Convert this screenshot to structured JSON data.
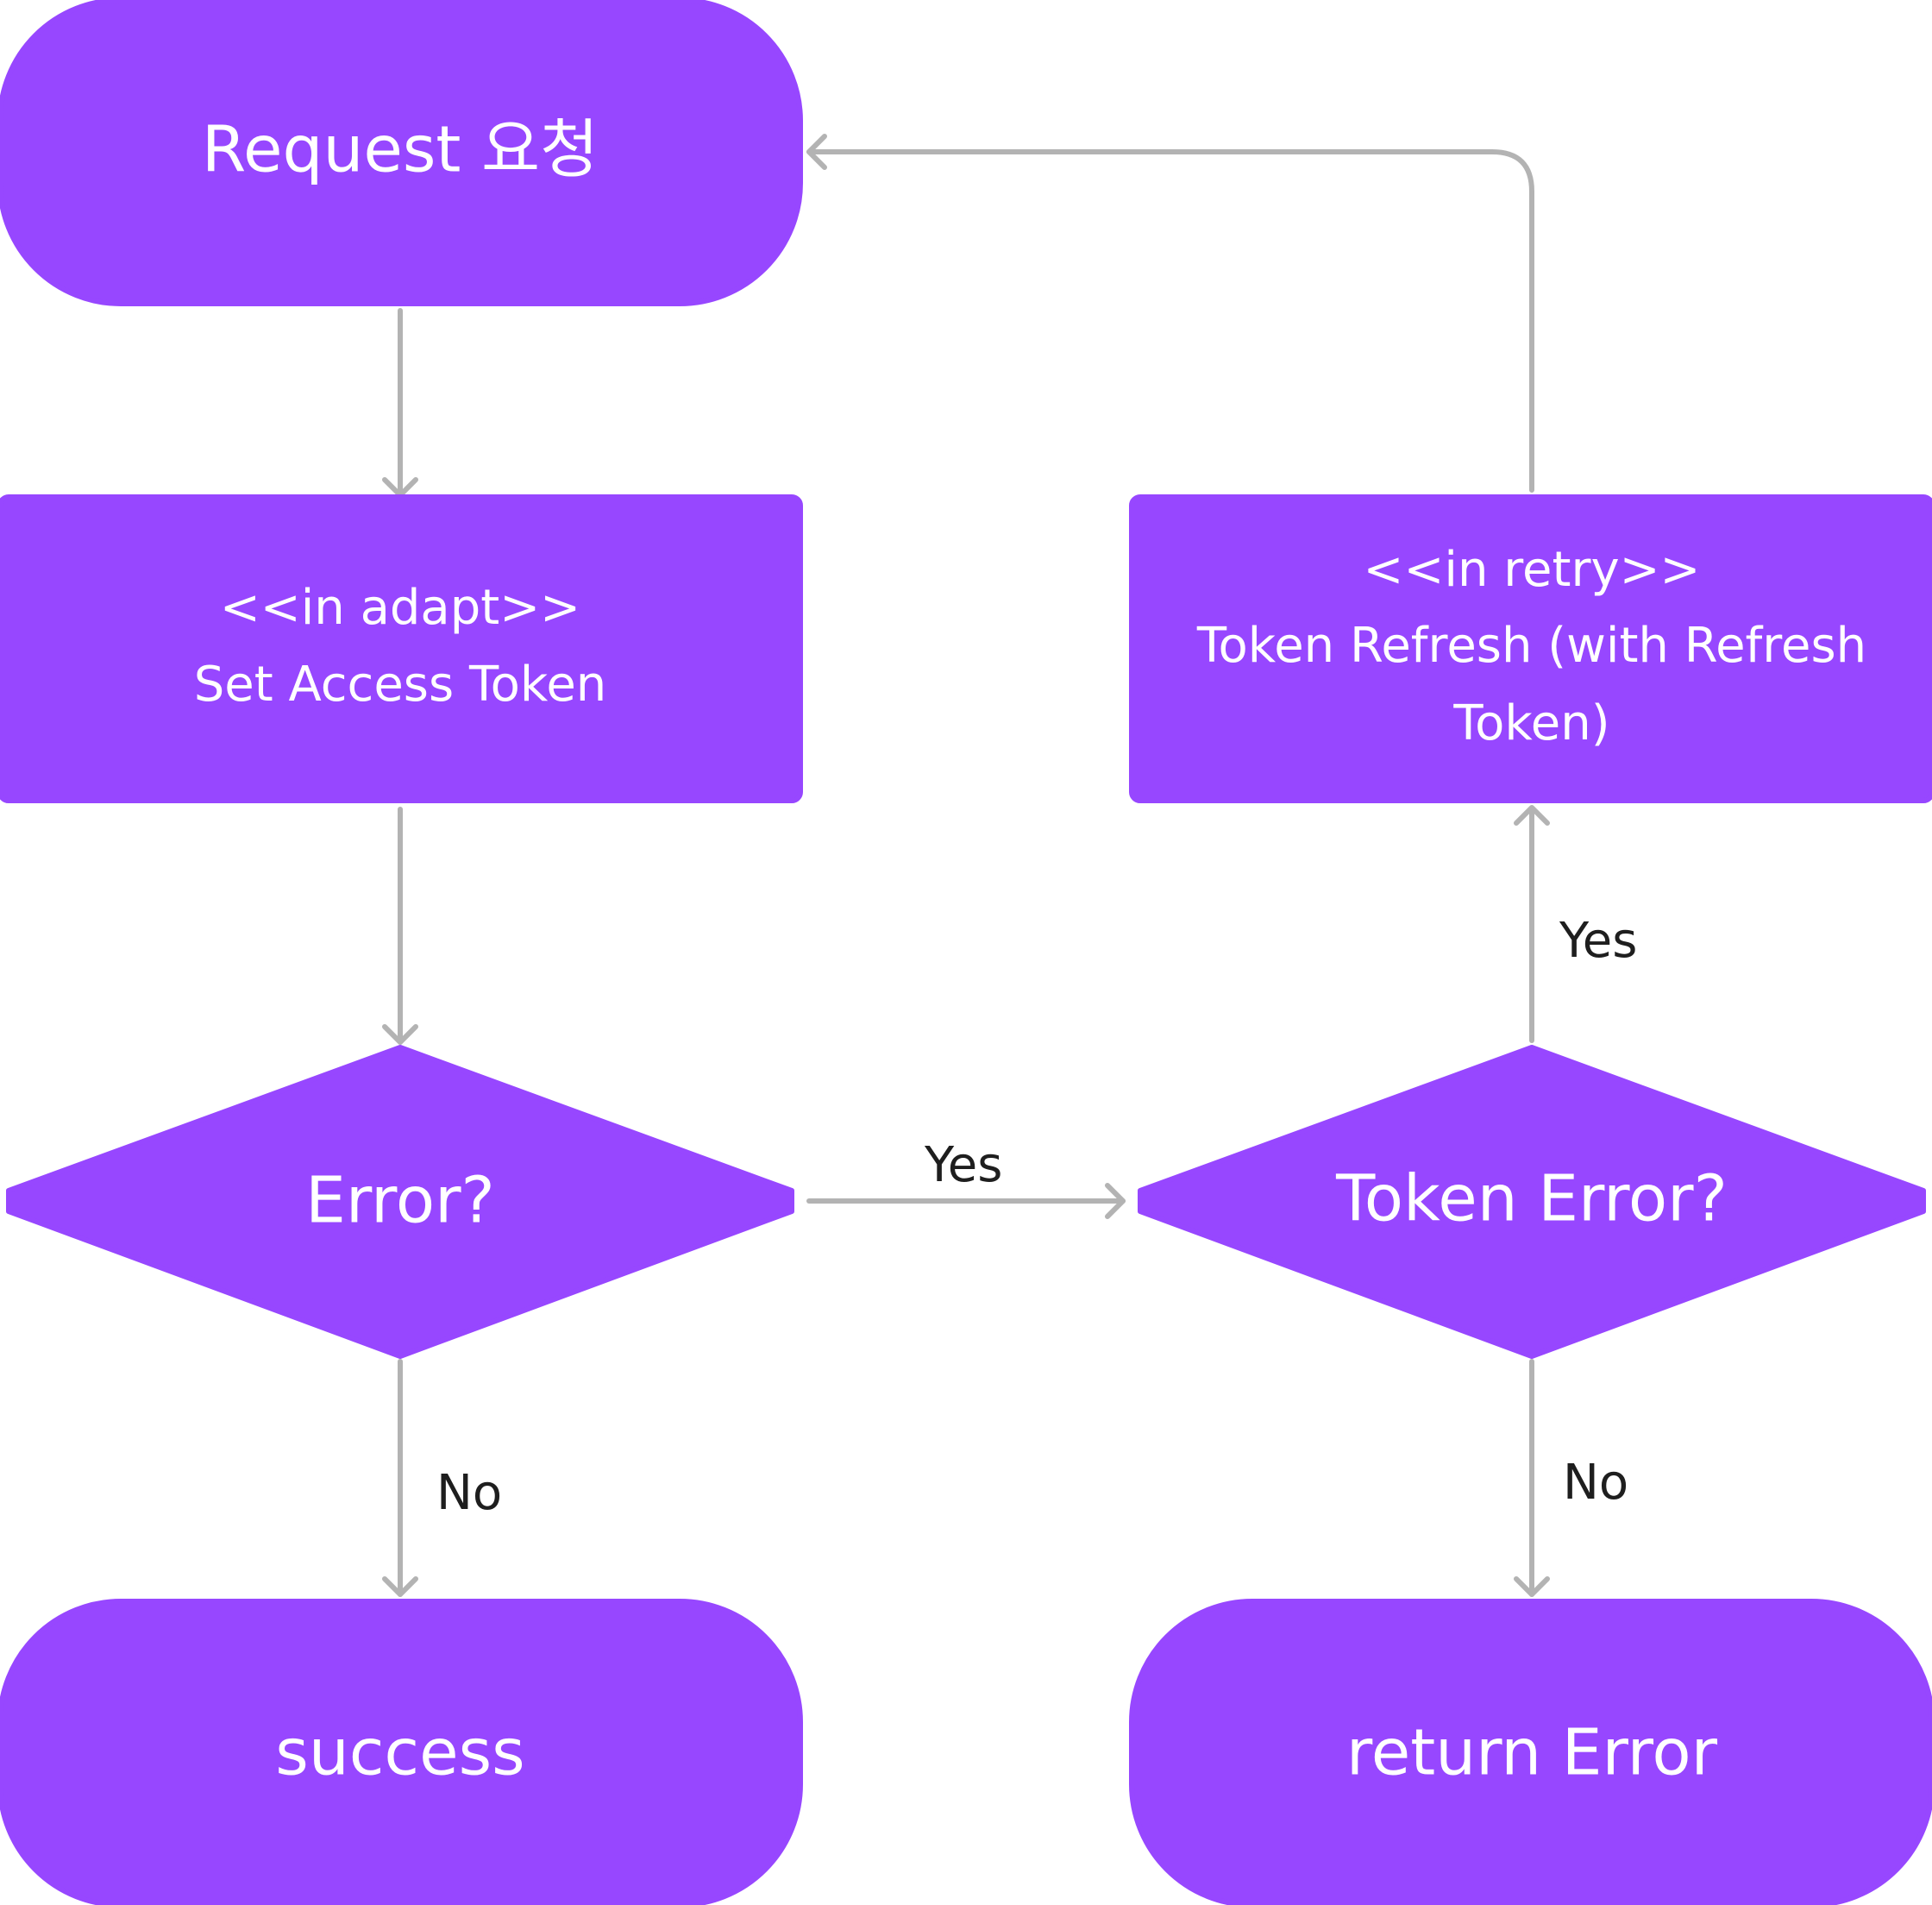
{
  "colors": {
    "node_fill": "#9747FF",
    "edge_stroke": "#B3B3B3",
    "node_text": "#FFFFFF",
    "label_text": "#1E1E1E"
  },
  "nodes": {
    "request": {
      "shape": "terminal",
      "label": "Request 요청"
    },
    "set_token": {
      "shape": "process",
      "lines": [
        "<<in adapt>>",
        "Set Access Token"
      ]
    },
    "error_check": {
      "shape": "decision",
      "label": "Error?"
    },
    "success": {
      "shape": "terminal",
      "label": "success"
    },
    "token_error_check": {
      "shape": "decision",
      "label": "Token Error?"
    },
    "token_refresh": {
      "shape": "process",
      "lines": [
        "<<in retry>>",
        "Token Refresh (with Refresh",
        "Token)"
      ]
    },
    "return_error": {
      "shape": "terminal",
      "label": "return Error"
    }
  },
  "edges": {
    "error_yes": "Yes",
    "error_no": "No",
    "token_yes": "Yes",
    "token_no": "No"
  }
}
